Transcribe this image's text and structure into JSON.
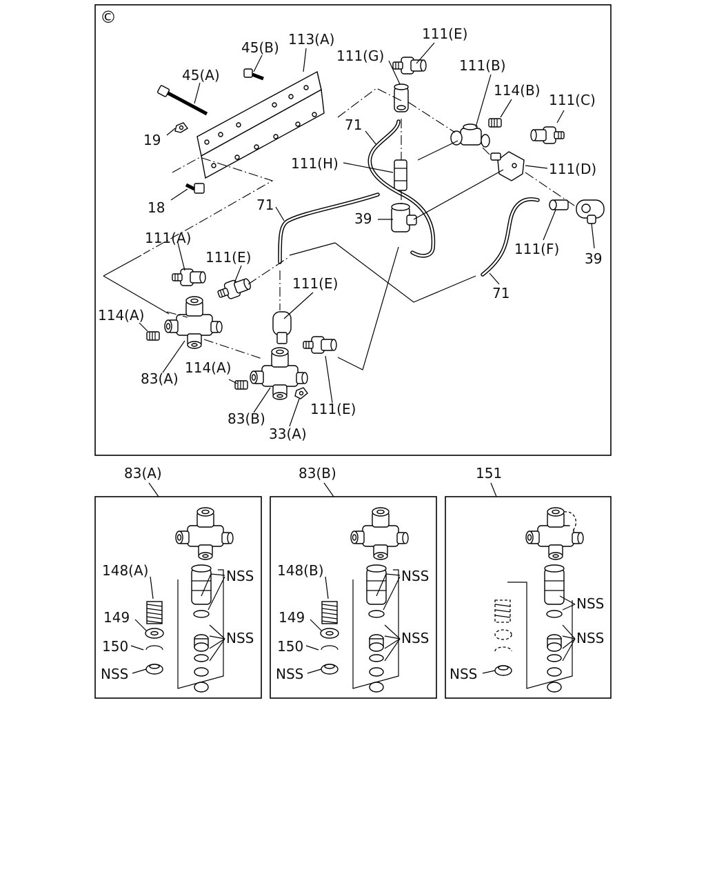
{
  "main_view": {
    "marker": "©",
    "labels": {
      "l_113a": "113(A)",
      "l_45b": "45(B)",
      "l_45a": "45(A)",
      "l_19": "19",
      "l_18": "18",
      "l_111e_top": "111(E)",
      "l_111g": "111(G)",
      "l_111b": "111(B)",
      "l_114b": "114(B)",
      "l_111c": "111(C)",
      "l_71_top": "71",
      "l_111h": "111(H)",
      "l_111d": "111(D)",
      "l_71_mid": "71",
      "l_39_mid": "39",
      "l_111a": "111(A)",
      "l_111e_left": "111(E)",
      "l_111f": "111(F)",
      "l_39_right": "39",
      "l_111e_mid": "111(E)",
      "l_71_right": "71",
      "l_114a_left": "114(A)",
      "l_83a": "83(A)",
      "l_114a_low": "114(A)",
      "l_83b": "83(B)",
      "l_111e_low": "111(E)",
      "l_33a": "33(A)"
    }
  },
  "detail_panels": [
    {
      "title": "83(A)",
      "labels": {
        "spring": "148(A)",
        "washer": "149",
        "clip": "150",
        "seat": "NSS",
        "seals_upper": "NSS",
        "seals_lower": "NSS"
      }
    },
    {
      "title": "83(B)",
      "labels": {
        "spring": "148(B)",
        "washer": "149",
        "clip": "150",
        "seat": "NSS",
        "seals_upper": "NSS",
        "seals_lower": "NSS"
      }
    },
    {
      "title": "151",
      "labels": {
        "seat": "NSS",
        "seals_upper": "NSS",
        "seals_lower": "NSS"
      }
    }
  ]
}
